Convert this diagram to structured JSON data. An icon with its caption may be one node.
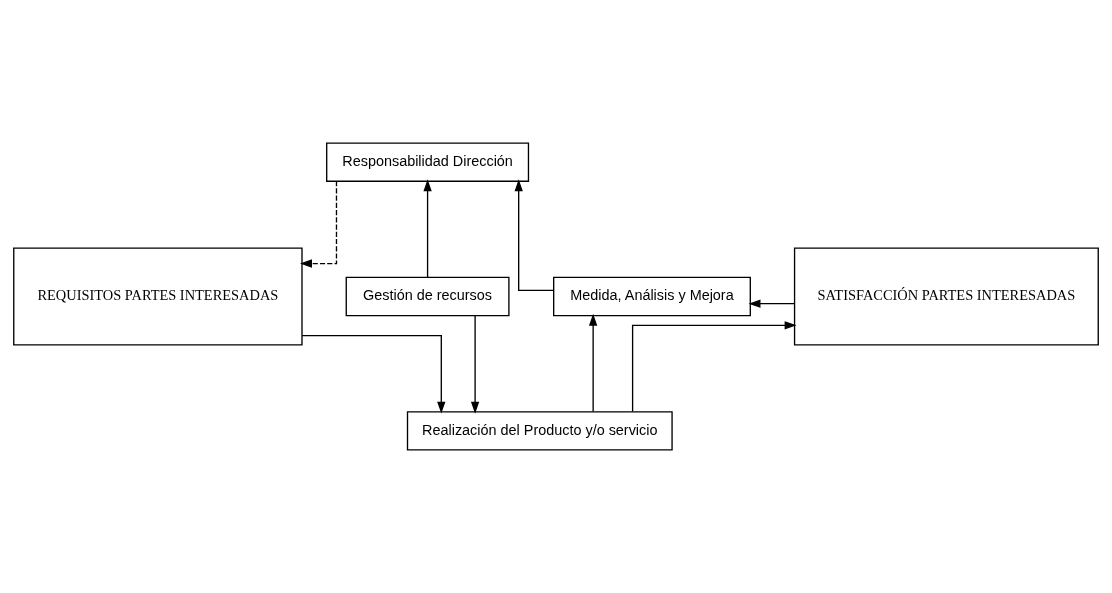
{
  "diagram": {
    "nodes": [
      {
        "text": [
          "Responsabilidad Dirección"
        ]
      },
      {
        "text": [
          "REQUISITOS PARTES INTERESADAS"
        ]
      },
      {
        "text": [
          "Gestión de recursos"
        ]
      },
      {
        "text": [
          "Medida, Análisis y Mejora"
        ]
      },
      {
        "text": [
          "SATISFACCIÓN PARTES INTERESADAS"
        ]
      },
      {
        "text": [
          "Realización del Producto y/o servicio"
        ]
      }
    ],
    "edges": [
      {
        "from": 0,
        "to": 1,
        "arrow": "to",
        "style": "dashed"
      },
      {
        "from": 2,
        "to": 0,
        "arrow": "to"
      },
      {
        "from": 2,
        "to": 5,
        "arrow": "to"
      },
      {
        "from": 1,
        "to": 5,
        "arrow": "to"
      },
      {
        "from": 5,
        "to": 3,
        "arrow": "to"
      },
      {
        "from": 3,
        "to": 0,
        "arrow": "to"
      },
      {
        "from": 4,
        "to": 3,
        "arrow": "to"
      },
      {
        "from": 5,
        "to": 4,
        "arrow": "to"
      }
    ]
  }
}
